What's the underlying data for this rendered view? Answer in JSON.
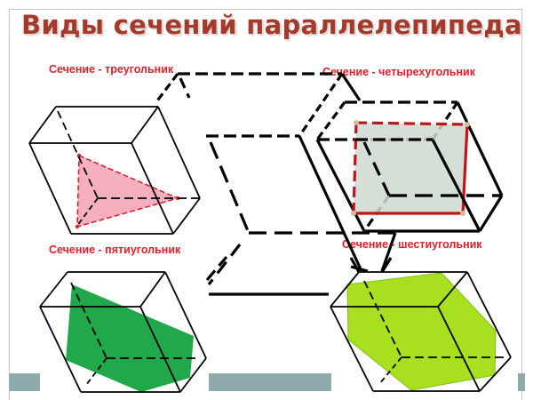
{
  "slide": {
    "title": "Виды сечений параллелепипеда",
    "title_color": "#a63a2a",
    "label_color": "#e0202a"
  },
  "sections": [
    {
      "id": "triangle",
      "label": "Сечение - треугольник",
      "fill": "#f4a6b8",
      "edge": "#e0202a"
    },
    {
      "id": "quadrilateral",
      "label": "Сечение - четырехугольник",
      "fill": "#cfd9d0",
      "edge": "#c0141c"
    },
    {
      "id": "pentagon",
      "label": "Сечение - пятиугольник",
      "fill": "#21a84a",
      "edge": "#21a84a"
    },
    {
      "id": "hexagon",
      "label": "Сечение - шестиугольник",
      "fill": "#a8e020",
      "edge": "#7cc118"
    }
  ],
  "footer": {
    "bar_color": "#8faaaa"
  }
}
